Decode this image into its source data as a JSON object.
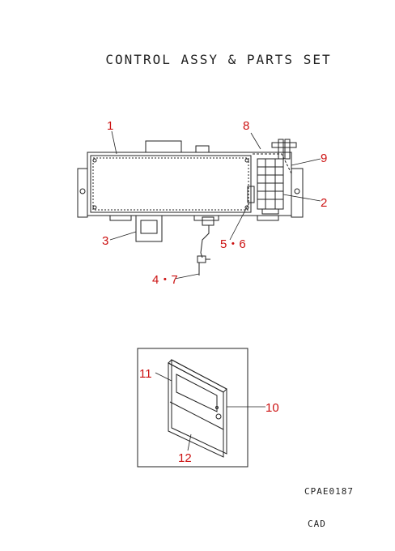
{
  "title": "CONTROL ASSY & PARTS SET",
  "doc_code": "CPAE0187",
  "cad_label": "CAD",
  "callout_color": "#cc1111",
  "line_color": "#222222",
  "callouts": {
    "c1": "1",
    "c2": "2",
    "c3": "3",
    "c47": "4・7",
    "c56": "5・6",
    "c8": "8",
    "c9": "9",
    "c10": "10",
    "c11": "11",
    "c12": "12"
  }
}
